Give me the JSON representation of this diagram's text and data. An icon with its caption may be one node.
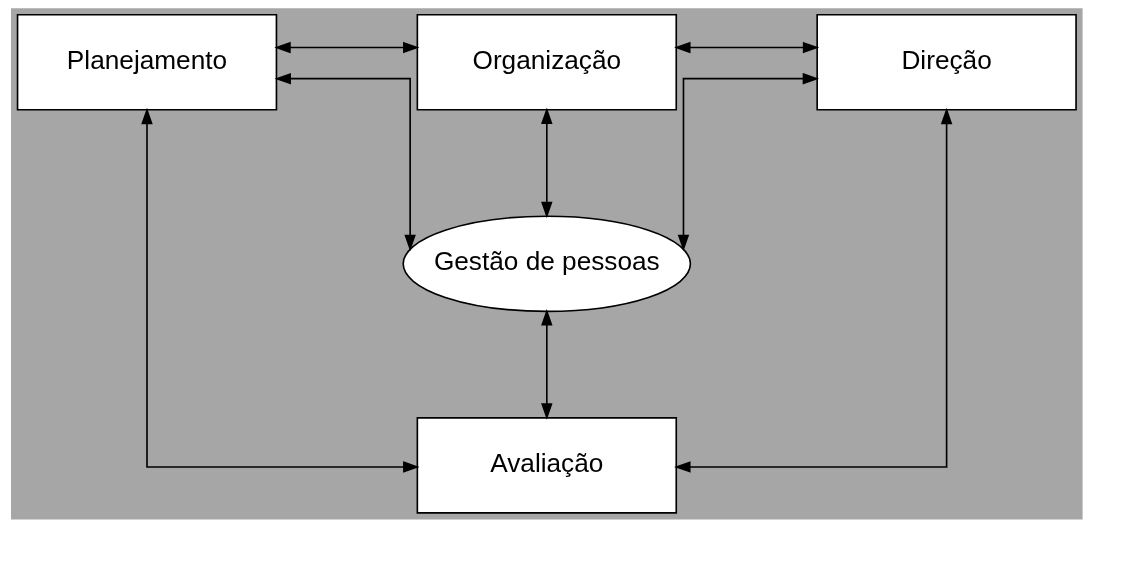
{
  "diagram": {
    "nodes": [
      {
        "text": [
          "Planejamento"
        ]
      },
      {
        "text": [
          "Organização"
        ]
      },
      {
        "text": [
          "Direção"
        ]
      },
      {
        "text": [
          "Gestão de pessoas"
        ]
      },
      {
        "text": [
          "Avaliação"
        ]
      }
    ],
    "edges": [
      {
        "from": 0,
        "to": 1,
        "arrow": "both"
      },
      {
        "from": 1,
        "to": 2,
        "arrow": "both"
      },
      {
        "from": 1,
        "to": 3,
        "arrow": "both"
      },
      {
        "from": 0,
        "to": 3,
        "arrow": "both"
      },
      {
        "from": 2,
        "to": 3,
        "arrow": "both"
      },
      {
        "from": 3,
        "to": 4,
        "arrow": "both"
      },
      {
        "from": 0,
        "to": 4,
        "arrow": "both"
      },
      {
        "from": 2,
        "to": 4,
        "arrow": "both"
      }
    ]
  }
}
